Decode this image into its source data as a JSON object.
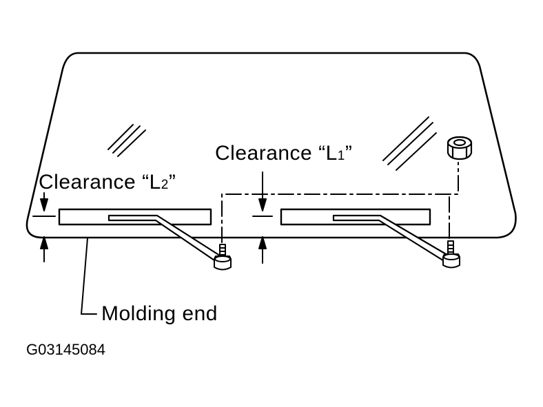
{
  "diagram": {
    "clearance_l1": {
      "prefix": "Clearance “L",
      "subscript": "1",
      "suffix": "”"
    },
    "clearance_l2": {
      "prefix": "Clearance “L",
      "subscript": "2",
      "suffix": "”"
    },
    "molding_end_label": "Molding end",
    "figure_code": "G03145084"
  },
  "colors": {
    "ink": "#000000",
    "paper": "#ffffff"
  }
}
